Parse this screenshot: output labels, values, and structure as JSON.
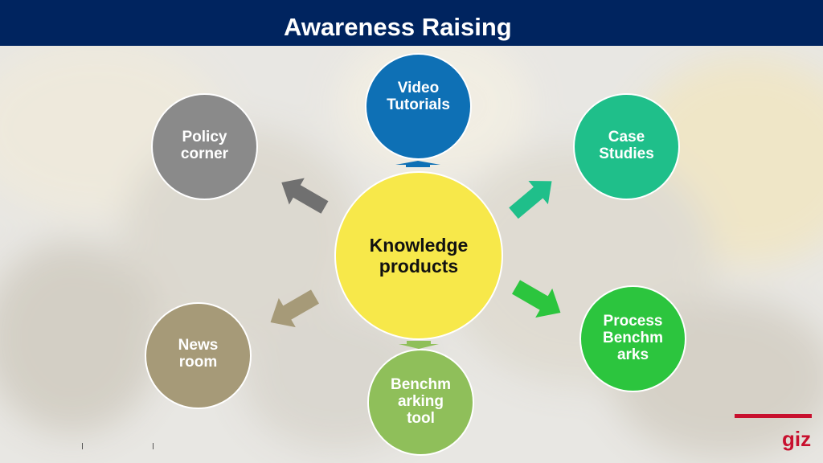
{
  "title": "Awareness Raising",
  "center": {
    "label": "Knowledge products",
    "color": "#f7e84a"
  },
  "nodes": {
    "video": {
      "label": "Video Tutorials",
      "color": "#0e70b5"
    },
    "case": {
      "label": "Case Studies",
      "color": "#1fbf8a"
    },
    "process": {
      "label": "Process Benchm arks",
      "color": "#2cc53e"
    },
    "benchmarking": {
      "label": "Benchm arking tool",
      "color": "#8fbf5a"
    },
    "news": {
      "label": "News room",
      "color": "#a69a78"
    },
    "policy": {
      "label": "Policy corner",
      "color": "#8a8a8a"
    }
  },
  "logo": "giz"
}
